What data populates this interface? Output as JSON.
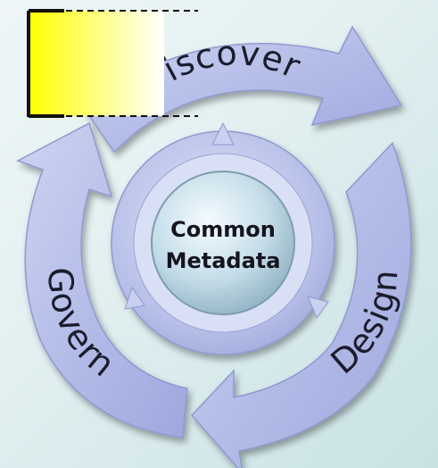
{
  "cycle": {
    "stages": [
      "Discover",
      "Design",
      "Govern"
    ],
    "hub": [
      "Common",
      "Metadata"
    ]
  },
  "colors": {
    "arrow_fill": "#b4bde8",
    "arrow_edge": "#8f99cf",
    "hub_fill": "#c4dde8",
    "callout_gradient_start": "#ffff00",
    "callout_gradient_end": "#ffffff"
  }
}
